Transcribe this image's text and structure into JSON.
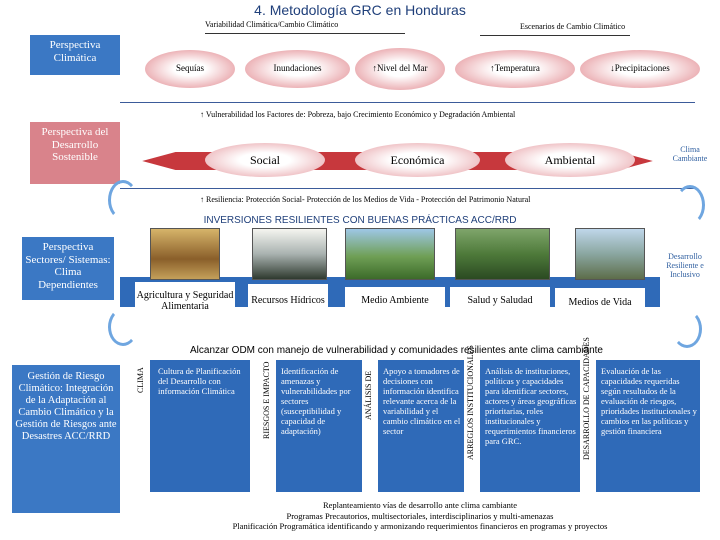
{
  "title": "4. Metodología GRC en Honduras",
  "top_labels": {
    "variability": "Variabilidad Climática/Cambio Climático",
    "scenarios": "Escenarios de Cambio Climático"
  },
  "perspectives": {
    "climatic": "Perspectiva Climática",
    "sustainable": "Perspectiva del Desarrollo Sostenible",
    "sectors": "Perspectiva Sectores/ Sistemas: Clima Dependientes",
    "risk": "Gestión de Riesgo Climático: Integración de la Adaptación al Cambio Climático y la Gestión de Riesgos ante Desastres ACC/RRD"
  },
  "climate_ellipses": [
    "Sequías",
    "Inundaciones",
    "↑Nivel del Mar",
    "↑Temperatura",
    "↓Precipitaciones"
  ],
  "vulnerability_text": "↑ Vulnerabilidad los Factores de: Pobreza, bajo Crecimiento Económico y Degradación Ambiental",
  "dimensions": [
    "Social",
    "Económica",
    "Ambiental"
  ],
  "climate_change_label": "Clima Cambiante",
  "resilience_text": "↑ Resiliencia: Protección Social- Protección de los Medios de Vida - Protección del Patrimonio Natural",
  "investments_title": "INVERSIONES RESILIENTES CON BUENAS PRÁCTICAS ACC/RRD",
  "sectors": [
    "Agricultura y Seguridad Alimentaria",
    "Recursos Hídricos",
    "Medio Ambiente",
    "Salud y Saludad",
    "Medios de Vida"
  ],
  "resilient_development": "Desarrollo Resiliente e Inclusivo",
  "odm_text": "Alcanzar ODM con manejo de vulnerabilidad y comunidades resilientes ante clima cambiante",
  "columns": [
    {
      "header": "CLIMA",
      "text": "Cultura de Planificación del Desarrollo con información Climática"
    },
    {
      "header": "RIESGOS E IMPACTO",
      "text": "Identificación de amenazas y vulnerabilidades por sectores (susceptibilidad y capacidad de adaptación)"
    },
    {
      "header": "ANÁLISIS DE",
      "text": "Apoyo a tomadores de decisiones con información identifica relevante acerca de la variabilidad y el cambio climático en el sector"
    },
    {
      "header": "ARREGLOS INSTITUCIONALES",
      "text": "Análisis de instituciones, políticas y capacidades para identificar sectores, actores y áreas geográficas prioritarias, roles institucionales y requerimientos financieros para GRC."
    },
    {
      "header": "DESARROLLO DE CAPACIDADES",
      "text": "Evaluación de las capacidades requeridas según resultados de la evaluación de riesgos, prioridades institucionales y cambios en las políticas y gestión financiera"
    }
  ],
  "footer_lines": [
    "Replanteamiento vías de desarrollo ante clima cambiante",
    "Programas Precautorios, multisectoriales, interdisciplinarios y multi-amenazas",
    "Planificación Programática identificando y armonizando requerimientos financieros en programas y proyectos"
  ],
  "colors": {
    "blue": "#3b78c4",
    "pink": "#d9838b",
    "red": "#c7383d",
    "title": "#1f3f7a"
  }
}
